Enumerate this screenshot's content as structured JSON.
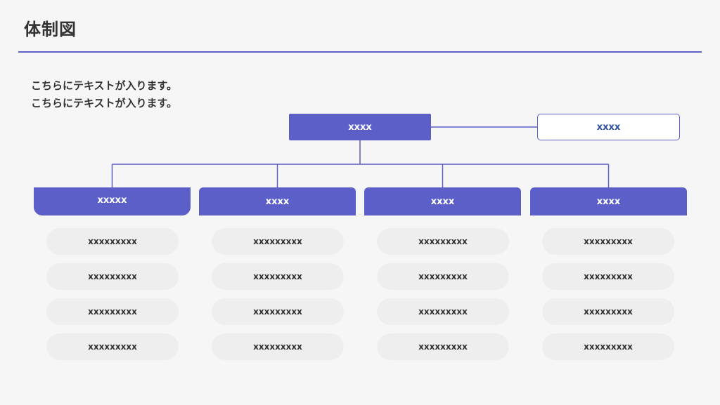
{
  "title": "体制図",
  "intro_lines": [
    "こちらにテキストが入ります。",
    "こちらにテキストが入ります。"
  ],
  "top_box": "xxxx",
  "side_box": "xxxx",
  "departments": [
    {
      "label": "xxxxx",
      "items": [
        "xxxxxxxxx",
        "xxxxxxxxx",
        "xxxxxxxxx",
        "xxxxxxxxx"
      ]
    },
    {
      "label": "xxxx",
      "items": [
        "xxxxxxxxx",
        "xxxxxxxxx",
        "xxxxxxxxx",
        "xxxxxxxxx"
      ]
    },
    {
      "label": "xxxx",
      "items": [
        "xxxxxxxxx",
        "xxxxxxxxx",
        "xxxxxxxxx",
        "xxxxxxxxx"
      ]
    },
    {
      "label": "xxxx",
      "items": [
        "xxxxxxxxx",
        "xxxxxxxxx",
        "xxxxxxxxx",
        "xxxxxxxxx"
      ]
    }
  ],
  "colors": {
    "accent": "#5b5fc7",
    "side_text": "#2b4ea0",
    "pill_bg": "#eeeeee",
    "text": "#333333"
  }
}
